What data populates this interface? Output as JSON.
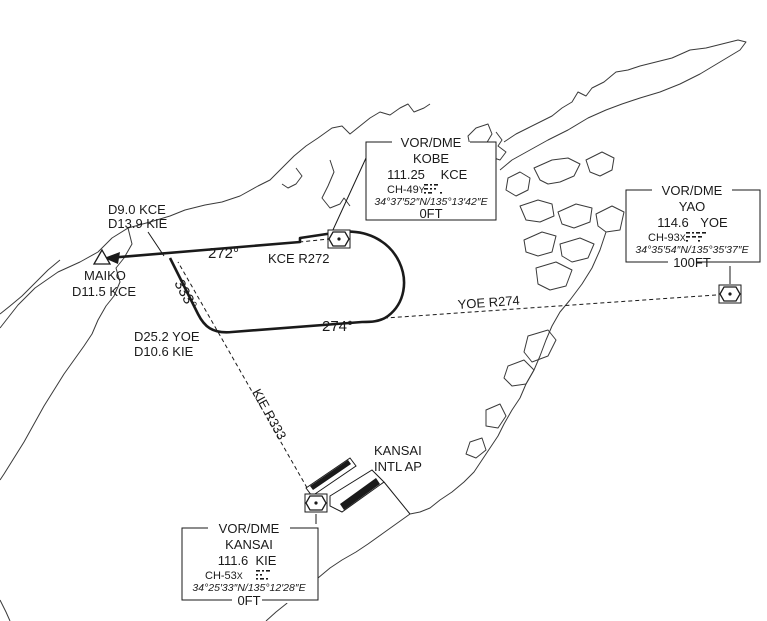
{
  "navaids": {
    "kobe": {
      "type": "VOR/DME",
      "name": "KOBE",
      "freq": "111.25",
      "ident": "KCE",
      "channel": "CH-49",
      "channel_suffix": "Y",
      "coords": "34°37′52″N/135°13′42″E",
      "elevation": "0FT"
    },
    "yao": {
      "type": "VOR/DME",
      "name": "YAO",
      "freq": "114.6",
      "ident": "YOE",
      "channel": "CH-93",
      "channel_suffix": "X",
      "coords": "34°35′54″N/135°35′37″E",
      "elevation": "100FT"
    },
    "kansai": {
      "type": "VOR/DME",
      "name": "KANSAI",
      "freq": "111.6",
      "ident": "KIE",
      "channel": "CH-53",
      "channel_suffix": "X",
      "coords": "34°25′33″N/135°12′28″E",
      "elevation": "0FT"
    }
  },
  "fixes": {
    "maiko": {
      "name": "MAIKO",
      "dme": "D11.5 KCE"
    },
    "fix_north": {
      "line1": "D9.0 KCE",
      "line2": "D13.9 KIE"
    },
    "fix_south": {
      "line1": "D25.2 YOE",
      "line2": "D10.6 KIE"
    }
  },
  "routes": {
    "inbound_course": "272°",
    "outbound_course": "274°",
    "turn_course": "333°"
  },
  "radials": {
    "kce": "KCE R272",
    "yoe": "YOE R274",
    "kie": "KIE R333"
  },
  "airport": {
    "line1": "KANSAI",
    "line2": "INTL AP"
  },
  "icons": {
    "vor": "vor-dme-icon",
    "fix": "triangle-fix-icon",
    "arrow": "arrowhead-icon"
  },
  "colors": {
    "ink": "#1a1a1a",
    "coast": "#3a3a3a",
    "background": "#ffffff"
  }
}
